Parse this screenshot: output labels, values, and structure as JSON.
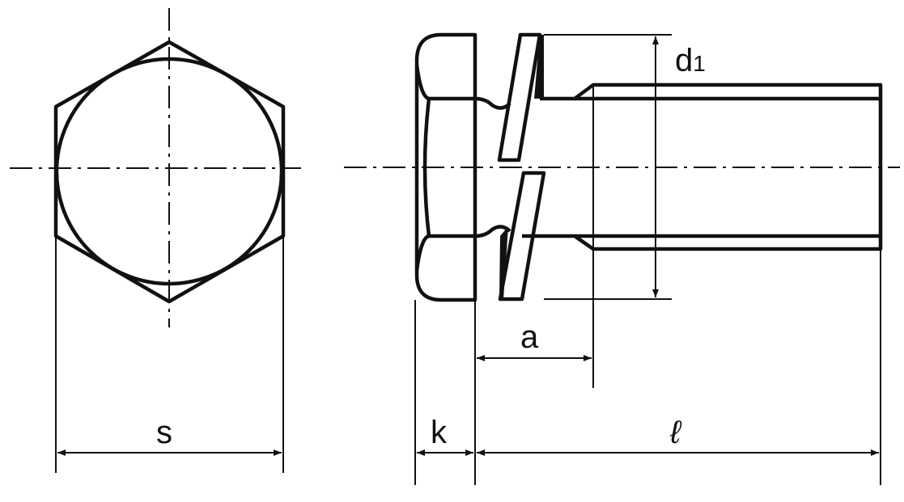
{
  "labels": {
    "s": "s",
    "k": "k",
    "a": "a",
    "l": "ℓ",
    "d": "d",
    "d_sub": "1"
  },
  "colors": {
    "line": "#111111",
    "background": "#ffffff"
  }
}
